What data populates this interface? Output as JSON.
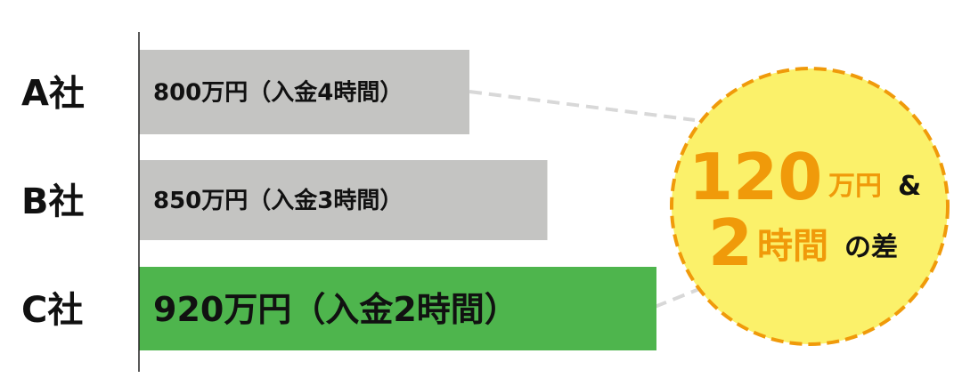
{
  "chart_data": {
    "type": "bar",
    "orientation": "horizontal",
    "categories": [
      "A社",
      "B社",
      "C社"
    ],
    "values": [
      800,
      850,
      920
    ],
    "unit": "万円",
    "data_labels": [
      "800万円（入金4時間）",
      "850万円（入金3時間）",
      "920万円（入金2時間）"
    ],
    "highlight_index": 2,
    "colors": {
      "default": "#c4c4c2",
      "highlight": "#4eb54d",
      "callout_fill": "#fbf16a",
      "callout_border": "#f09a0a",
      "callout_text": "#f09a0a",
      "connector": "#d8d8d8"
    },
    "callout": {
      "amount": "120",
      "amount_unit": "万円",
      "and": "&",
      "time": "2",
      "time_unit": "時間",
      "suffix": "の差"
    }
  }
}
